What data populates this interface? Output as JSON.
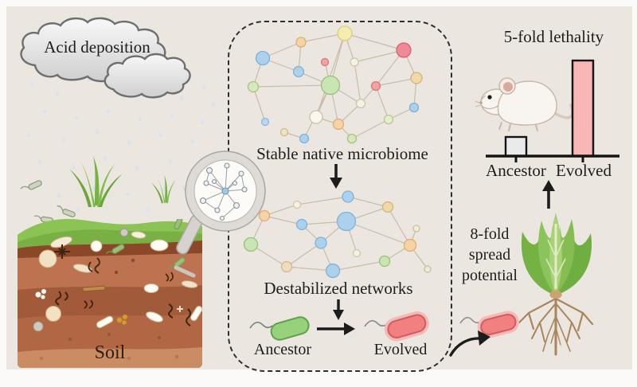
{
  "colors": {
    "background": "#ECE6E0",
    "cloud_fill_top": "#f8f8f8",
    "cloud_fill_bottom": "#d2d2d2",
    "cloud_stroke": "#6e6e6e",
    "rain": "#d7e0f2",
    "dashed_border": "#2e2e2e",
    "network_edge": "#c9bca9",
    "arrow": "#1c1c1c",
    "ancestor_bacterium_fill": "#97D17B",
    "ancestor_bacterium_stroke": "#5FA348",
    "evolved_bacterium_fill": "#F28080",
    "evolved_bacterium_stroke": "#D05C5C",
    "soil_text": "#2f1d0e"
  },
  "cloud": {
    "label": "Acid deposition"
  },
  "soil": {
    "label": "Soil"
  },
  "panel": {
    "stable_label": "Stable native microbiome",
    "destabilized_label": "Destabilized networks",
    "ancestor_label": "Ancestor",
    "evolved_label": "Evolved"
  },
  "spread": {
    "line1": "8-fold",
    "line2": "spread",
    "line3": "potential"
  },
  "chart_data": {
    "type": "bar",
    "title": "5-fold lethality",
    "categories": [
      "Ancestor",
      "Evolved"
    ],
    "values": [
      1,
      5
    ],
    "ylim": [
      0,
      5
    ],
    "grid": false,
    "legend": false,
    "bar_colors": [
      "#e9ebeb",
      "#f8b6b4"
    ],
    "bar_stroke": "#141414",
    "xlabel": "",
    "ylabel": ""
  },
  "networks": {
    "stable": {
      "edge_color": "#c9bca9",
      "edge_width": 1.2,
      "node_stroke_width": 1.3,
      "nodes": [
        [
          35,
          45,
          8.5,
          "#abd1ec",
          "#7fb2d8"
        ],
        [
          83,
          25,
          6,
          "#f6d3a7",
          "#dcae72"
        ],
        [
          138,
          14,
          9,
          "#f3edaf",
          "#d8cd7a"
        ],
        [
          212,
          35,
          9,
          "#ee8a97",
          "#d8606f"
        ],
        [
          113,
          50,
          4.5,
          "#f0a3a0",
          "#d87a77"
        ],
        [
          80,
          62,
          6.5,
          "#abd1ec",
          "#7fb2d8"
        ],
        [
          150,
          50,
          5,
          "#f6f1e2",
          "#cfc6a8"
        ],
        [
          120,
          79,
          11.5,
          "#c9e5b4",
          "#97c27a"
        ],
        [
          23,
          81,
          6.5,
          "#d6e8bc",
          "#a4c580"
        ],
        [
          177,
          80,
          5.5,
          "#f0a3a0",
          "#d87a77"
        ],
        [
          228,
          70,
          7,
          "#efd9a9",
          "#d2b474"
        ],
        [
          158,
          102,
          5.5,
          "#f6f1e2",
          "#cfc6a8"
        ],
        [
          225,
          107,
          5.5,
          "#abd1ec",
          "#7fb2d8"
        ],
        [
          38,
          125,
          4.5,
          "#bcd8ee",
          "#8cb8da"
        ],
        [
          102,
          119,
          8,
          "#faf7ef",
          "#c9c1ab"
        ],
        [
          130,
          128,
          6.5,
          "#f6d3a7",
          "#dcae72"
        ],
        [
          193,
          122,
          5.5,
          "#e3eecd",
          "#b3cc8e"
        ],
        [
          62,
          138,
          4.5,
          "#efe3c3",
          "#cdb98a"
        ],
        [
          87,
          146,
          5.5,
          "#abd1ec",
          "#7fb2d8"
        ],
        [
          147,
          146,
          5.5,
          "#d6e8bc",
          "#a4c580"
        ]
      ],
      "edges": [
        [
          0,
          1
        ],
        [
          0,
          5
        ],
        [
          0,
          8
        ],
        [
          1,
          2
        ],
        [
          1,
          5
        ],
        [
          2,
          3
        ],
        [
          2,
          6
        ],
        [
          2,
          7
        ],
        [
          2,
          14
        ],
        [
          3,
          6
        ],
        [
          3,
          9
        ],
        [
          3,
          10
        ],
        [
          4,
          7
        ],
        [
          5,
          7
        ],
        [
          6,
          11
        ],
        [
          7,
          11
        ],
        [
          7,
          15
        ],
        [
          7,
          18
        ],
        [
          8,
          13
        ],
        [
          8,
          7
        ],
        [
          9,
          10
        ],
        [
          9,
          11
        ],
        [
          9,
          16
        ],
        [
          10,
          12
        ],
        [
          11,
          15
        ],
        [
          14,
          15
        ],
        [
          14,
          7
        ],
        [
          17,
          18
        ],
        [
          15,
          19
        ],
        [
          16,
          12
        ],
        [
          16,
          19
        ]
      ]
    },
    "destabilized": {
      "edge_color": "#c9bca9",
      "edge_width": 1.2,
      "node_stroke_width": 1.3,
      "nodes": [
        [
          137,
          9,
          7,
          "#abd1ec",
          "#7fb2d8"
        ],
        [
          73,
          19,
          4.5,
          "#f6f1e2",
          "#cfc6a8"
        ],
        [
          32,
          33,
          6.5,
          "#f6d3a7",
          "#dcae72"
        ],
        [
          187,
          22,
          6.5,
          "#efd9a9",
          "#d2b474"
        ],
        [
          135,
          40,
          11.5,
          "#abd1ec",
          "#7fb2d8"
        ],
        [
          79,
          44,
          6.5,
          "#abd1ec",
          "#7fb2d8"
        ],
        [
          15,
          69,
          8.5,
          "#c9e5b4",
          "#97c27a"
        ],
        [
          103,
          67,
          7,
          "#abd1ec",
          "#7fb2d8"
        ],
        [
          148,
          80,
          4.5,
          "#f6f1e2",
          "#cfc6a8"
        ],
        [
          223,
          49,
          4,
          "#f0ead8",
          "#c9bf9e"
        ],
        [
          215,
          70,
          7.5,
          "#f6d3a7",
          "#dcae72"
        ],
        [
          183,
          90,
          6.5,
          "#c9e5b4",
          "#97c27a"
        ],
        [
          60,
          97,
          6.5,
          "#f0dcc0",
          "#cdb98a"
        ],
        [
          118,
          102,
          8.5,
          "#abd1ec",
          "#7fb2d8"
        ],
        [
          237,
          100,
          4,
          "#f0ead8",
          "#c9bf9e"
        ]
      ],
      "edges": [
        [
          0,
          1
        ],
        [
          0,
          3
        ],
        [
          1,
          2
        ],
        [
          2,
          5
        ],
        [
          2,
          6
        ],
        [
          3,
          4
        ],
        [
          3,
          10
        ],
        [
          4,
          5
        ],
        [
          4,
          7
        ],
        [
          4,
          8
        ],
        [
          4,
          10
        ],
        [
          5,
          7
        ],
        [
          6,
          12
        ],
        [
          7,
          12
        ],
        [
          7,
          13
        ],
        [
          12,
          13
        ],
        [
          13,
          11
        ],
        [
          11,
          10
        ],
        [
          10,
          9
        ],
        [
          10,
          14
        ]
      ]
    },
    "lens": {
      "edge_color": "#9aa0a8",
      "edge_width": 1,
      "node_stroke_width": 1.1,
      "nodes": [
        [
          68,
          50,
          4,
          "#a3c8e0",
          "#6e9ab8"
        ],
        [
          48,
          24,
          3.5,
          "#eef1f3",
          "#868d96"
        ],
        [
          70,
          18,
          3,
          "#eef1f3",
          "#868d96"
        ],
        [
          88,
          28,
          3,
          "#eef1f3",
          "#868d96"
        ],
        [
          44,
          40,
          3,
          "#eef1f3",
          "#868d96"
        ],
        [
          40,
          62,
          3.5,
          "#eef1f3",
          "#868d96"
        ],
        [
          58,
          74,
          3,
          "#eef1f3",
          "#868d96"
        ],
        [
          82,
          68,
          3.5,
          "#eef1f3",
          "#868d96"
        ],
        [
          92,
          48,
          3,
          "#eef1f3",
          "#868d96"
        ],
        [
          54,
          38,
          2.5,
          "#eef1f3",
          "#868d96"
        ],
        [
          80,
          40,
          2.5,
          "#eef1f3",
          "#868d96"
        ],
        [
          64,
          84,
          2.5,
          "#eef1f3",
          "#868d96"
        ]
      ],
      "edges": [
        [
          0,
          1
        ],
        [
          0,
          2
        ],
        [
          0,
          3
        ],
        [
          0,
          5
        ],
        [
          0,
          6
        ],
        [
          0,
          7
        ],
        [
          0,
          8
        ],
        [
          0,
          4
        ],
        [
          0,
          9
        ],
        [
          0,
          10
        ],
        [
          1,
          4
        ],
        [
          3,
          8
        ],
        [
          5,
          6
        ],
        [
          7,
          11
        ]
      ]
    }
  }
}
